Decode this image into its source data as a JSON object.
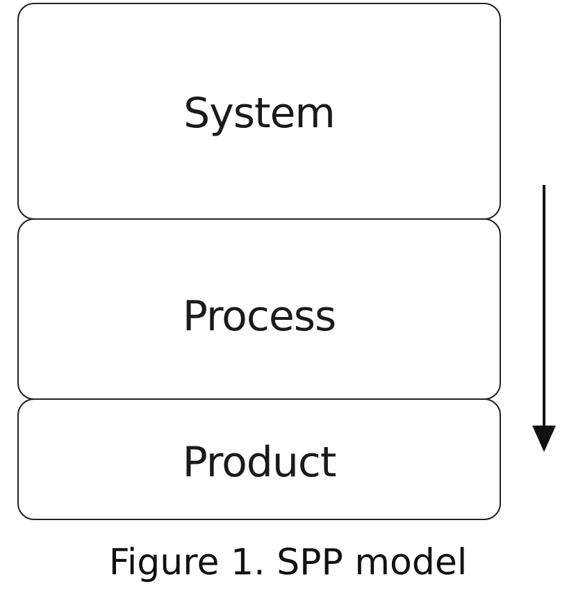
{
  "diagram": {
    "layers": [
      {
        "id": "system",
        "label": "System"
      },
      {
        "id": "process",
        "label": "Process"
      },
      {
        "id": "product",
        "label": "Product"
      }
    ],
    "arrow_direction": "down"
  },
  "caption": "Figure 1. SPP model",
  "colors": {
    "stroke": "#222222",
    "text": "#1a1a1a",
    "background": "#ffffff"
  }
}
